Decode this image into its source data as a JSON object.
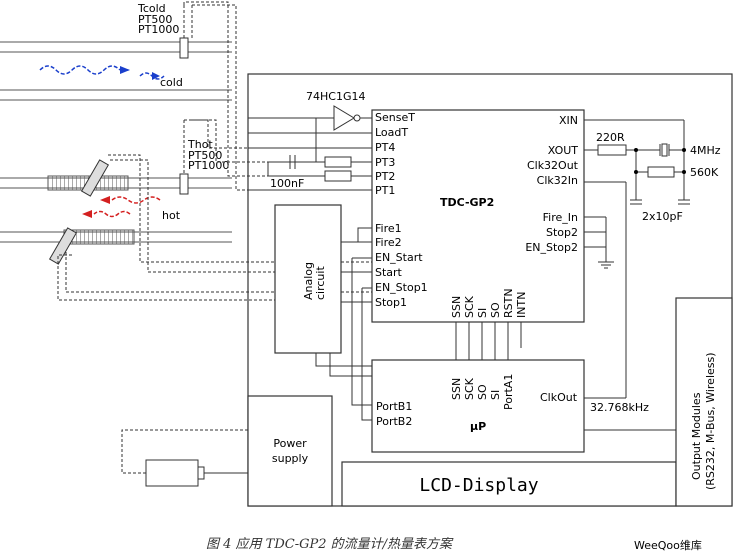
{
  "pipes": {
    "cold_sensor_name": "Tcold",
    "cold_sensor_types": [
      "PT500",
      "PT1000"
    ],
    "cold_label": "cold",
    "hot_sensor_name": "Thot",
    "hot_sensor_types": [
      "PT500",
      "PT1000"
    ],
    "hot_label": "hot"
  },
  "schmitt_trigger": "74HC1G14",
  "tdc": {
    "name": "TDC-GP2",
    "left_pins": [
      "SenseT",
      "LoadT",
      "PT4",
      "PT3",
      "PT2",
      "PT1",
      "Fire1",
      "Fire2",
      "EN_Start",
      "Start",
      "EN_Stop1",
      "Stop1"
    ],
    "right_pins": [
      "XIN",
      "XOUT",
      "Clk32Out",
      "Clk32In",
      "Fire_In",
      "Stop2",
      "EN_Stop2"
    ],
    "bottom_pins": [
      "SSN",
      "SCK",
      "SI",
      "SO",
      "RSTN",
      "INTN"
    ]
  },
  "capacitor_label": "100nF",
  "analog": {
    "line1": "Analog",
    "line2": "circuit"
  },
  "crystal": {
    "resistor": "220R",
    "freq1": "4MHz",
    "res2": "560K",
    "caps": "2x10pF"
  },
  "up": {
    "name": "µP",
    "top_pins": [
      "SSN",
      "SCK",
      "SO",
      "SI",
      "PortA1"
    ],
    "left_pins": [
      "PortB1",
      "PortB2"
    ],
    "right_pin": "ClkOut",
    "clock": "32.768kHz"
  },
  "power": {
    "line1": "Power",
    "line2": "supply"
  },
  "output": {
    "line1": "Output Modules",
    "line2": "(RS232, M-Bus, Wireless)"
  },
  "lcd": "LCD-Display",
  "caption": "图 4   应用 TDC-GP2 的流量计/热量表方案",
  "watermark": "WeeQoo维库"
}
